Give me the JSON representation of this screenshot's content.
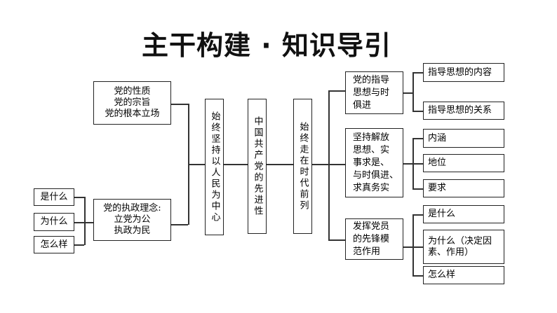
{
  "title": "主干构建 · 知识导引",
  "colors": {
    "border": "#222222",
    "line": "#333333",
    "text": "#000000",
    "background": "#ffffff"
  },
  "left_small": [
    "是什么",
    "为什么",
    "怎么样"
  ],
  "left_boxes": {
    "nature": "党的性质\n党的宗旨\n党的根本立场",
    "governing": "党的执政理念:\n立党为公\n执政为民"
  },
  "center": {
    "people": "始终坚持以人民为中心",
    "advanced": "中国共产党的先进性",
    "era": "始终走在时代前列"
  },
  "branches": [
    {
      "label": "党的指导\n思想与时\n俱进",
      "children": [
        "指导思想的内容",
        "指导思想的关系"
      ]
    },
    {
      "label": "坚持解放\n思想、实\n事求是、\n与时俱进、\n求真务实",
      "children": [
        "内涵",
        "地位",
        "要求"
      ]
    },
    {
      "label": "发挥党员\n的先锋模\n范作用",
      "children": [
        "是什么",
        "为什么（决定因\n素、作用）",
        "怎么样"
      ]
    }
  ]
}
